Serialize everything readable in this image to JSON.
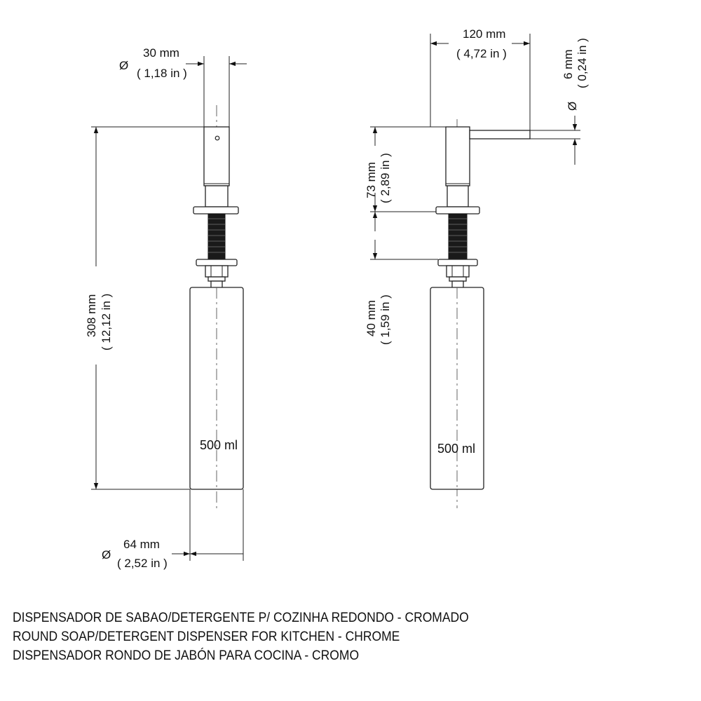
{
  "front_view": {
    "diameter_top": {
      "symbol": "Ø",
      "mm": "30 mm",
      "in": "( 1,18 in )"
    },
    "height_total": {
      "mm": "308 mm",
      "in": "( 12,12 in )"
    },
    "diameter_bottle": {
      "symbol": "Ø",
      "mm": "64 mm",
      "in": "( 2,52 in )"
    },
    "volume": "500 ml"
  },
  "side_view": {
    "spout_length": {
      "mm": "120 mm",
      "in": "( 4,72 in )"
    },
    "spout_diameter": {
      "symbol": "Ø",
      "mm": "6 mm",
      "in": "( 0,24 in )"
    },
    "head_height": {
      "mm": "73 mm",
      "in": "( 2,89 in )"
    },
    "max_thickness": {
      "mm": "40 mm",
      "in": "( 1,59 in )"
    },
    "volume": "500 ml"
  },
  "caption": {
    "line_pt": "DISPENSADOR DE SABAO/DETERGENTE P/ COZINHA REDONDO - CROMADO",
    "line_en": "ROUND SOAP/DETERGENT DISPENSER FOR KITCHEN - CHROME",
    "line_es": "DISPENSADOR RONDO DE JABÓN PARA COCINA - CROMO"
  }
}
